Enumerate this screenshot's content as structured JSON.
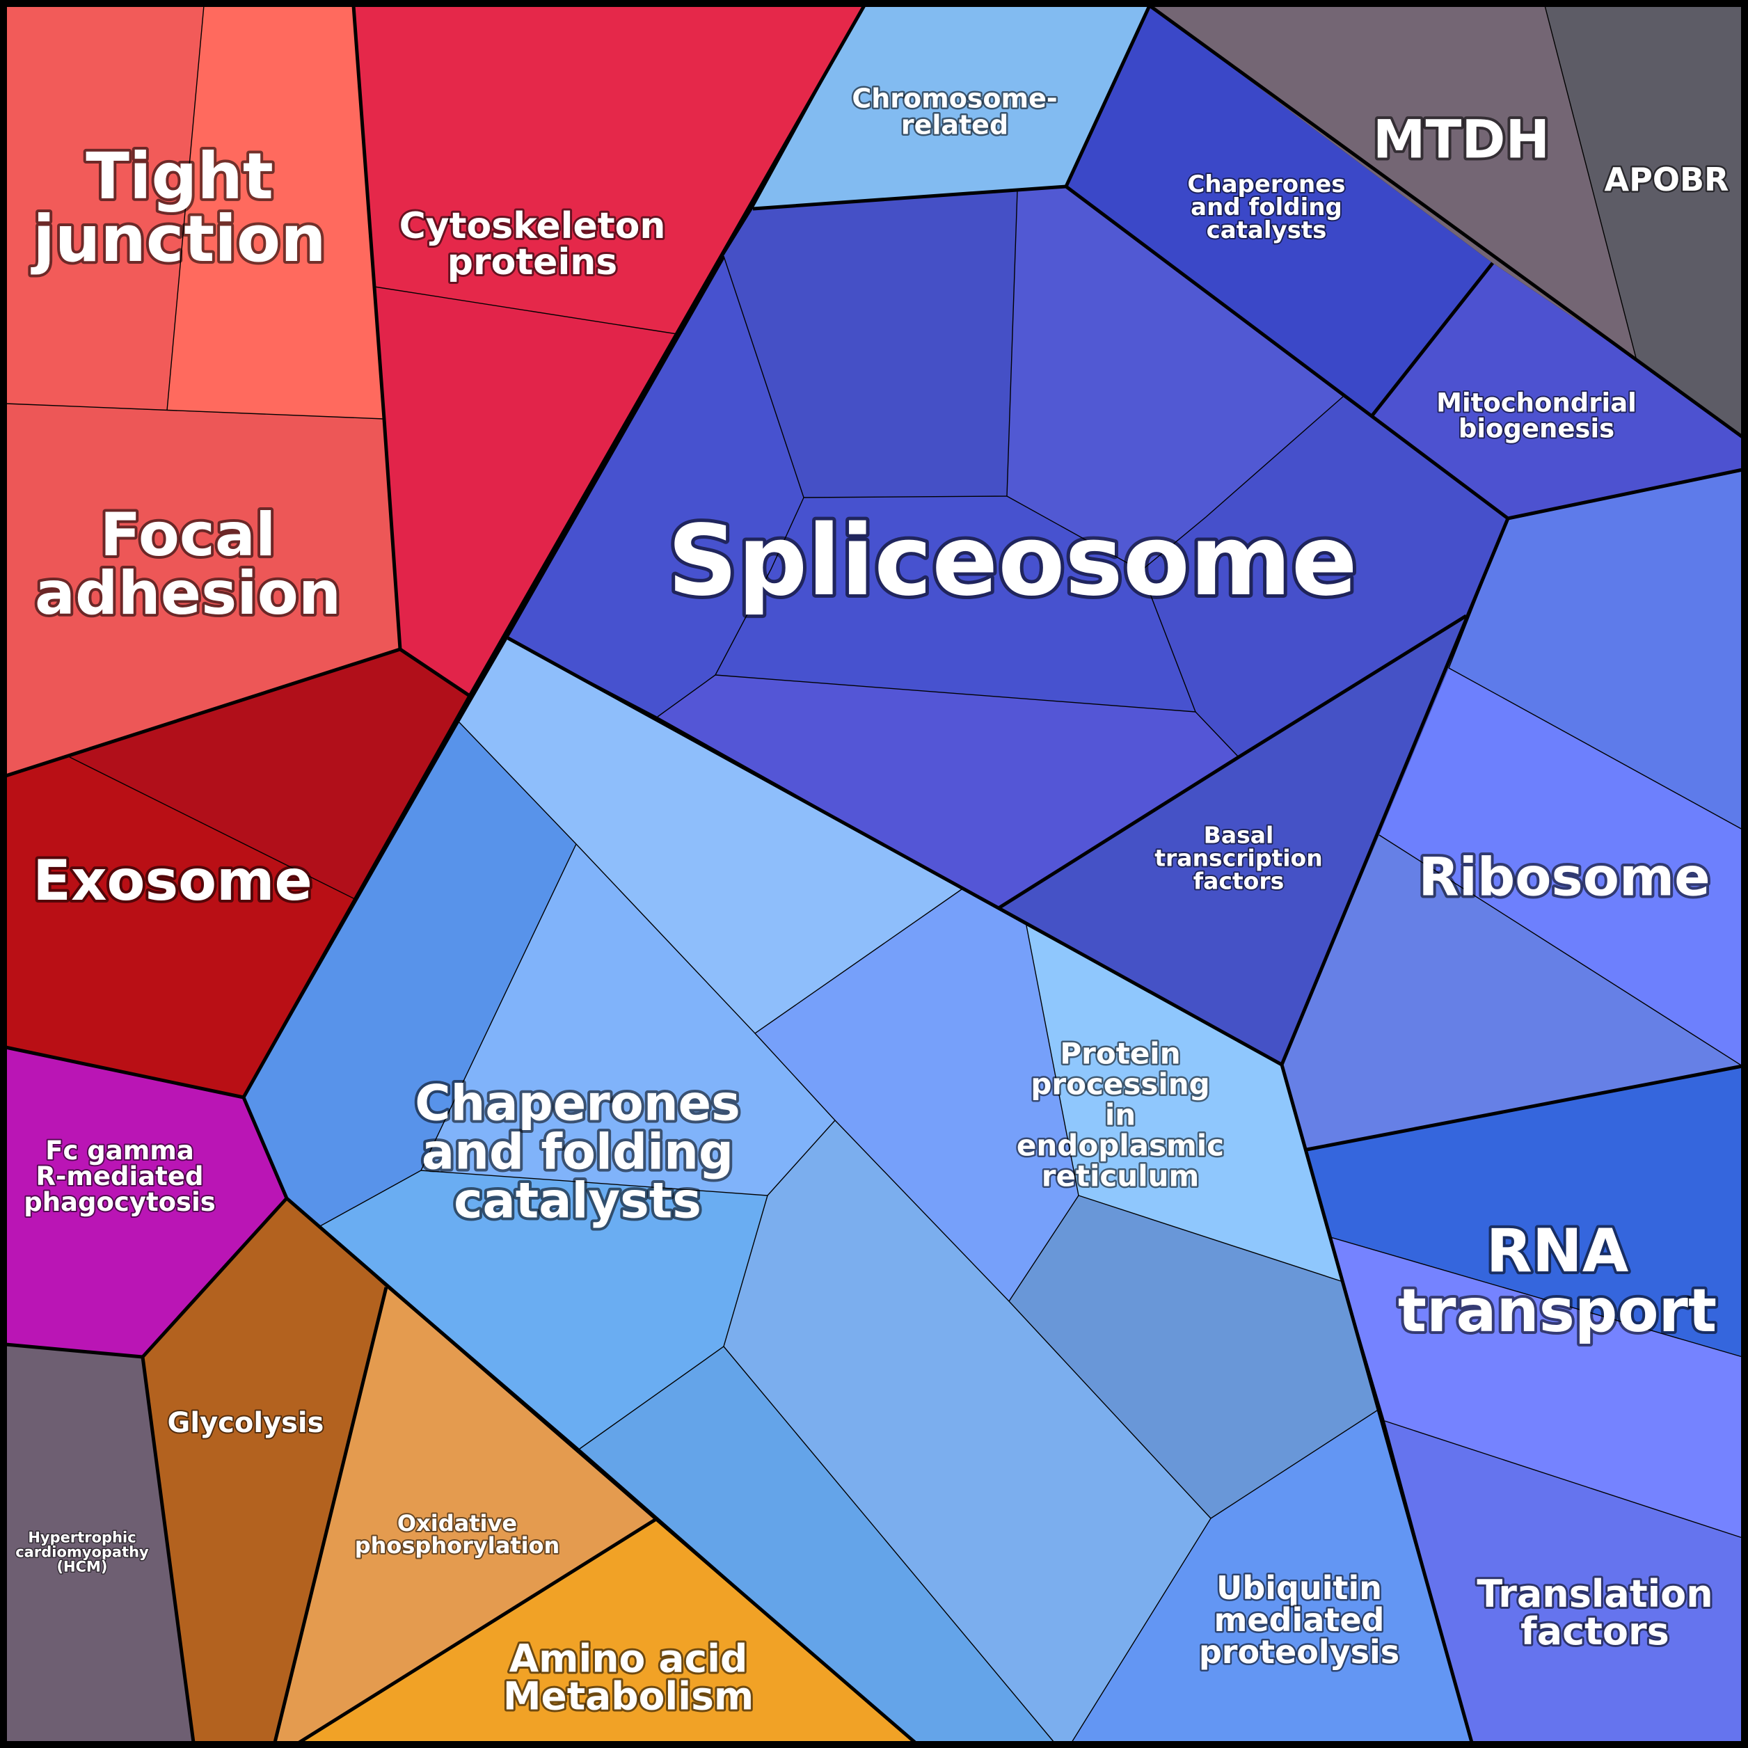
{
  "title": "Voronoi treemap of protein functional categories",
  "colors": {
    "border": "#000000",
    "label": "#ffffff"
  },
  "cells": {
    "tj_a": "#f25b59",
    "tj_b": "#ff6a5e",
    "focal": "#ed5757",
    "cyto_a": "#e5284a",
    "cyto_b": "#e2244a",
    "exo_a": "#b10f1a",
    "exo_b": "#b90f15",
    "chromo": "#82bbf1",
    "sp1": "#4752cf",
    "sp2": "#4550c6",
    "sp3": "#5159d3",
    "sp4": "#4752cf",
    "sp5": "#4650cb",
    "sp6": "#4552d1",
    "sp7": "#5456d6",
    "chap_top": "#3b48c8",
    "mtdh": "#746674",
    "apobr": "#5d5c66",
    "mito": "#4d52d0",
    "ribo_a": "#5e7bea",
    "ribo_b": "#6d80fd",
    "ribo_c": "#6680e6",
    "rna_a": "#3566dd",
    "rna_b": "#7583ff",
    "trans": "#6574ee",
    "basal": "#4552c6",
    "ch_light": "#8ebefb",
    "ch_mid": "#5893ea",
    "ch_main": "#80b3fa",
    "ch_low": "#6aadf2",
    "ch_big": "#7baeee",
    "ch_bottom": "#64a4e9",
    "er_a": "#76a0fa",
    "er_b": "#8fc7fd",
    "er_c": "#6997d8",
    "ubiq": "#6396f3",
    "fc": "#ba15b5",
    "hcm": "#6e5f72",
    "glyco": "#b3621f",
    "oxphos": "#e49b4f",
    "amino": "#f1a226"
  },
  "labels": {
    "tight_junction": [
      "Tight",
      "junction"
    ],
    "focal_adhesion": [
      "Focal",
      "adhesion"
    ],
    "cytoskeleton": [
      "Cytoskeleton",
      "proteins"
    ],
    "exosome": [
      "Exosome"
    ],
    "chromosome": [
      "Chromosome-",
      "related"
    ],
    "spliceosome": [
      "Spliceosome"
    ],
    "chaperones_top": [
      "Chaperones",
      "and folding",
      "catalysts"
    ],
    "mtdh": [
      "MTDH"
    ],
    "apobr": [
      "APOBR"
    ],
    "mito": [
      "Mitochondrial",
      "biogenesis"
    ],
    "ribosome": [
      "Ribosome"
    ],
    "basal": [
      "Basal",
      "transcription",
      "factors"
    ],
    "chaperones_main": [
      "Chaperones",
      "and folding",
      "catalysts"
    ],
    "protein_er": [
      "Protein",
      "processing",
      "in",
      "endoplasmic",
      "reticulum"
    ],
    "rna_transport": [
      "RNA",
      "transport"
    ],
    "fc_gamma": [
      "Fc gamma",
      "R-mediated",
      "phagocytosis"
    ],
    "glycolysis": [
      "Glycolysis"
    ],
    "hcm": [
      "Hypertrophic",
      "cardiomyopathy",
      "(HCM)"
    ],
    "oxphos": [
      "Oxidative",
      "phosphorylation"
    ],
    "amino_acid": [
      "Amino acid",
      "Metabolism"
    ],
    "ubiquitin": [
      "Ubiquitin",
      "mediated",
      "proteolysis"
    ],
    "translation": [
      "Translation",
      "factors"
    ]
  }
}
